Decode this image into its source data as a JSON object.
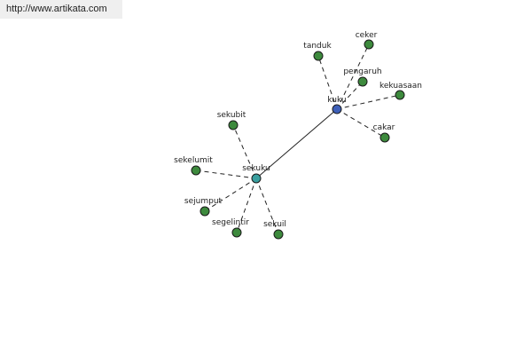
{
  "watermark": {
    "text": "http://www.artikata.com"
  },
  "graph": {
    "colors": {
      "leaf": "#3d8a3d",
      "hub_main": "#3d5fb8",
      "hub_secondary": "#3aa0a0"
    },
    "nodes": [
      {
        "id": "kuku",
        "label": "kuku",
        "kind": "hub_main"
      },
      {
        "id": "sekuku",
        "label": "sekuku",
        "kind": "hub_secondary"
      },
      {
        "id": "ceker",
        "label": "ceker",
        "kind": "leaf"
      },
      {
        "id": "tanduk",
        "label": "tanduk",
        "kind": "leaf"
      },
      {
        "id": "pengaruh",
        "label": "pengaruh",
        "kind": "leaf"
      },
      {
        "id": "kekuasaan",
        "label": "kekuasaan",
        "kind": "leaf"
      },
      {
        "id": "cakar",
        "label": "cakar",
        "kind": "leaf"
      },
      {
        "id": "sekubit",
        "label": "sekubit",
        "kind": "leaf"
      },
      {
        "id": "sekelumit",
        "label": "sekelumit",
        "kind": "leaf"
      },
      {
        "id": "sejumput",
        "label": "sejumput",
        "kind": "leaf"
      },
      {
        "id": "segelintir",
        "label": "segelintir",
        "kind": "leaf"
      },
      {
        "id": "sekuil",
        "label": "sekuil",
        "kind": "leaf"
      }
    ],
    "edges": [
      {
        "from": "kuku",
        "to": "sekuku",
        "style": "solid"
      },
      {
        "from": "kuku",
        "to": "ceker",
        "style": "dashed"
      },
      {
        "from": "kuku",
        "to": "tanduk",
        "style": "dashed"
      },
      {
        "from": "kuku",
        "to": "pengaruh",
        "style": "dashed"
      },
      {
        "from": "kuku",
        "to": "kekuasaan",
        "style": "dashed"
      },
      {
        "from": "kuku",
        "to": "cakar",
        "style": "dashed"
      },
      {
        "from": "sekuku",
        "to": "sekubit",
        "style": "dashed"
      },
      {
        "from": "sekuku",
        "to": "sekelumit",
        "style": "dashed"
      },
      {
        "from": "sekuku",
        "to": "sejumput",
        "style": "dashed"
      },
      {
        "from": "sekuku",
        "to": "segelintir",
        "style": "dashed"
      },
      {
        "from": "sekuku",
        "to": "sekuil",
        "style": "dashed"
      }
    ]
  }
}
